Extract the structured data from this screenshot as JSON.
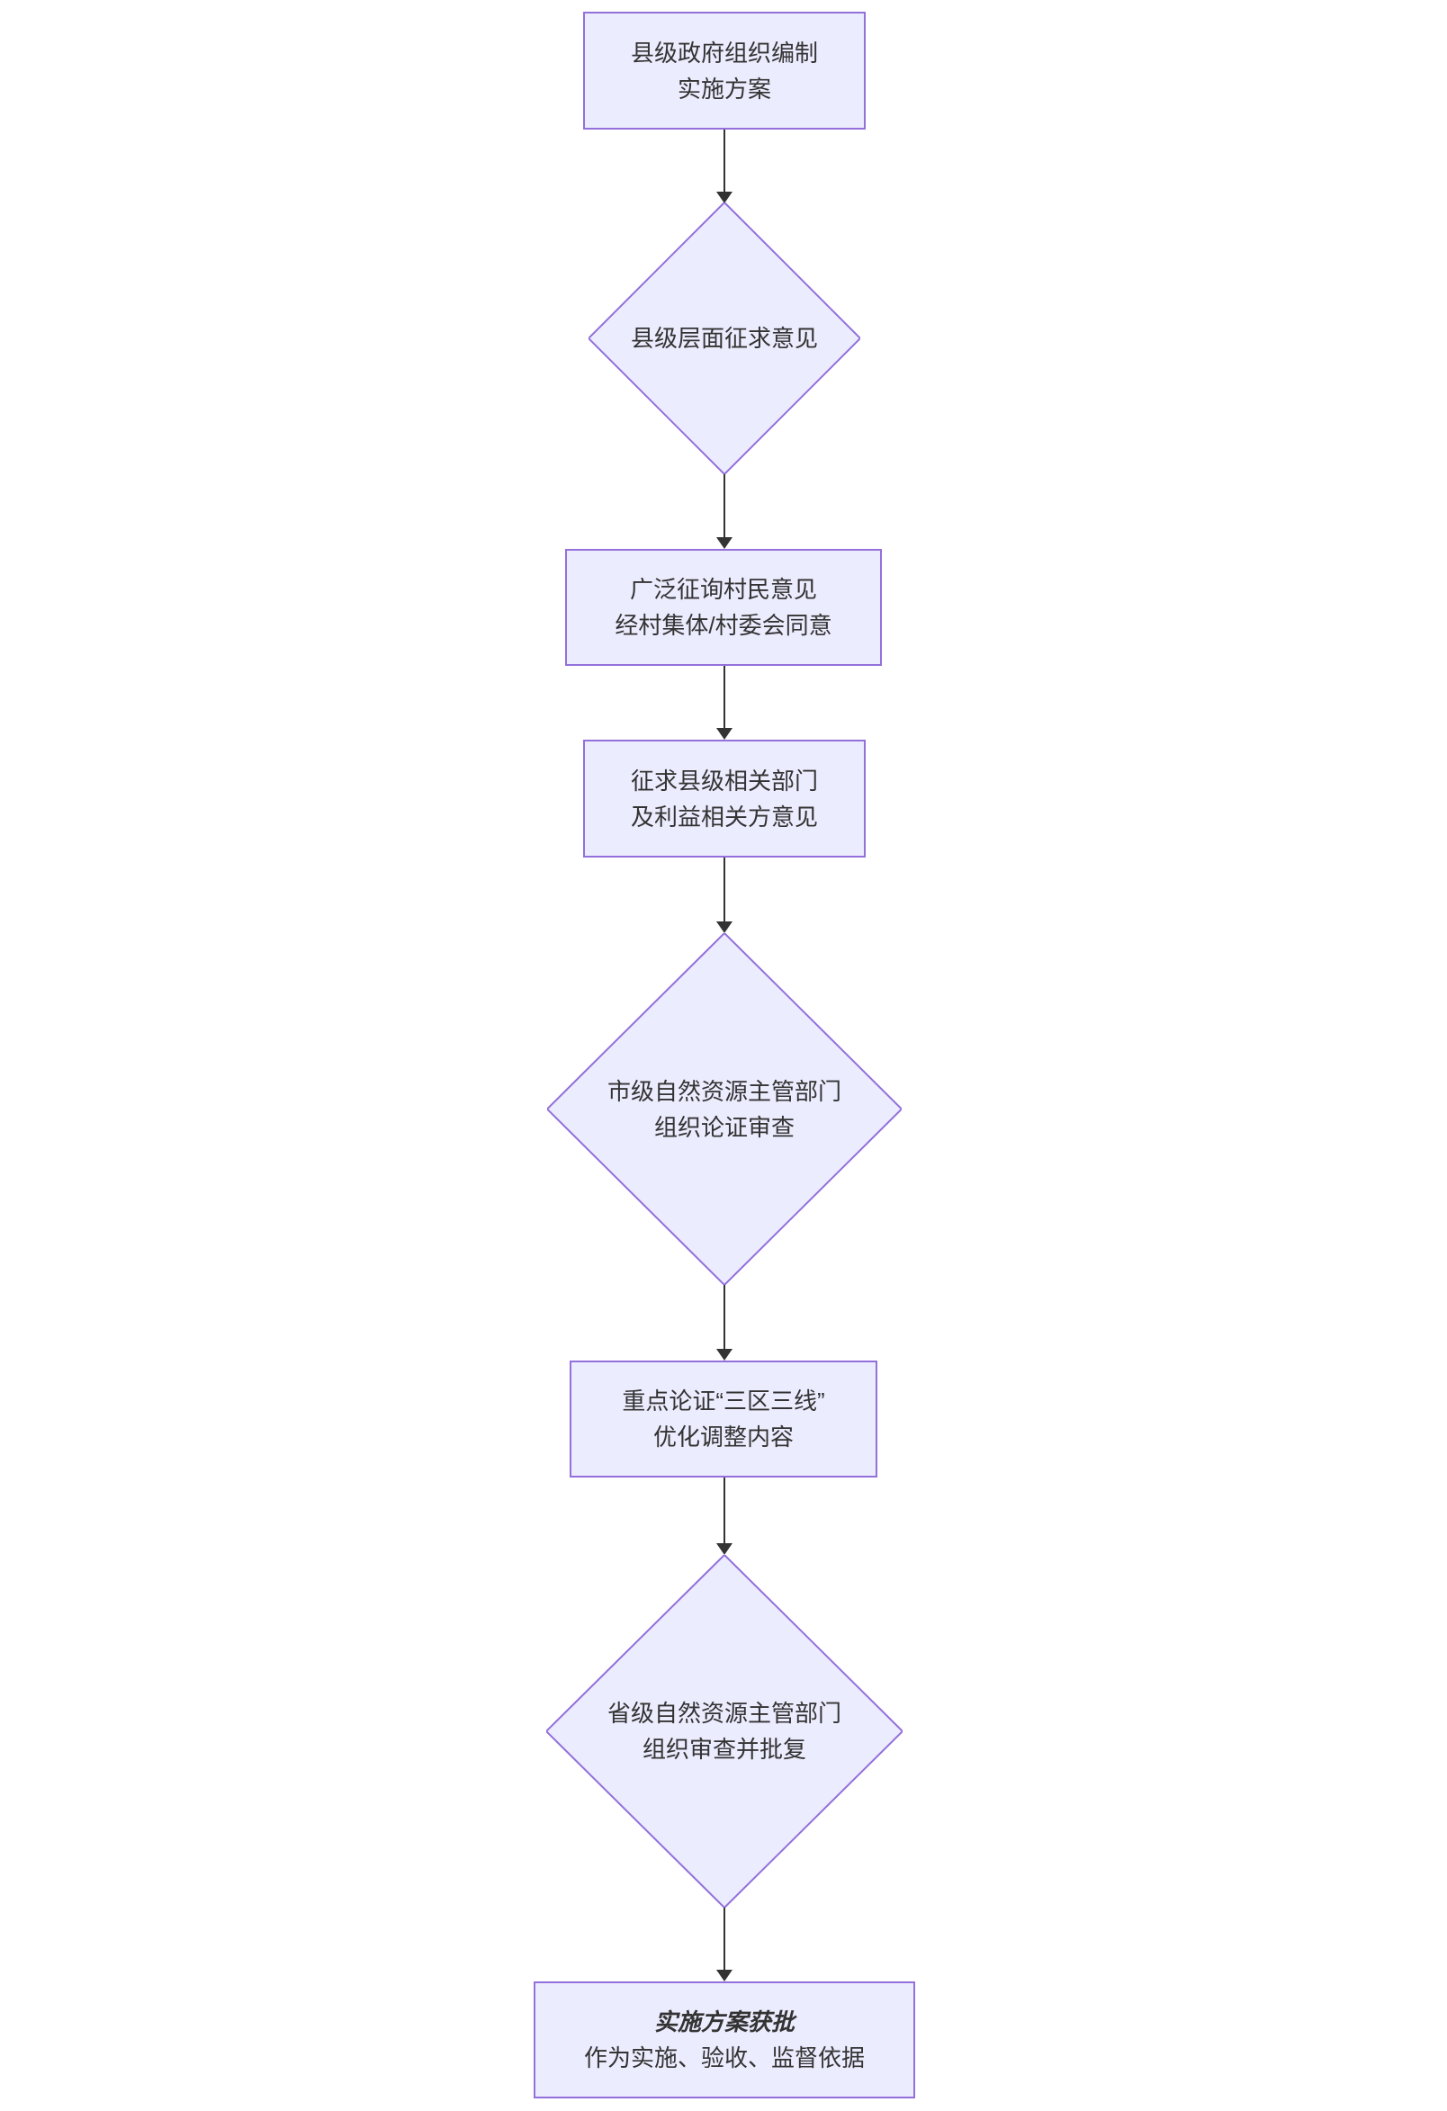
{
  "diagram": {
    "type": "flowchart",
    "direction": "top-down",
    "theme": {
      "node_fill": "#ECECFF",
      "node_border": "#9370DB",
      "text_color": "#333333",
      "arrow_color": "#333333",
      "background": "#ffffff"
    },
    "nodes": [
      {
        "id": "start",
        "shape": "rect",
        "lines": [
          "县级政府组织编制",
          "实施方案"
        ]
      },
      {
        "id": "county-opinion",
        "shape": "diamond",
        "lines": [
          "县级层面征求意见"
        ]
      },
      {
        "id": "villager-opinion",
        "shape": "rect",
        "lines": [
          "广泛征询村民意见",
          "经村集体/村委会同意"
        ]
      },
      {
        "id": "dept-opinion",
        "shape": "rect",
        "lines": [
          "征求县级相关部门",
          "及利益相关方意见"
        ]
      },
      {
        "id": "city-review",
        "shape": "diamond",
        "lines": [
          "市级自然资源主管部门",
          "组织论证审查"
        ]
      },
      {
        "id": "three-zones",
        "shape": "rect",
        "lines": [
          "重点论证“三区三线”",
          "优化调整内容"
        ]
      },
      {
        "id": "province-review",
        "shape": "diamond",
        "lines": [
          "省级自然资源主管部门",
          "组织审查并批复"
        ]
      },
      {
        "id": "approved",
        "shape": "rect",
        "lines": [
          "实施方案获批",
          "作为实施、验收、监督依据"
        ]
      }
    ],
    "edges": [
      {
        "from": "start",
        "to": "county-opinion"
      },
      {
        "from": "county-opinion",
        "to": "villager-opinion"
      },
      {
        "from": "villager-opinion",
        "to": "dept-opinion"
      },
      {
        "from": "dept-opinion",
        "to": "city-review"
      },
      {
        "from": "city-review",
        "to": "three-zones"
      },
      {
        "from": "three-zones",
        "to": "province-review"
      },
      {
        "from": "province-review",
        "to": "approved"
      }
    ]
  }
}
